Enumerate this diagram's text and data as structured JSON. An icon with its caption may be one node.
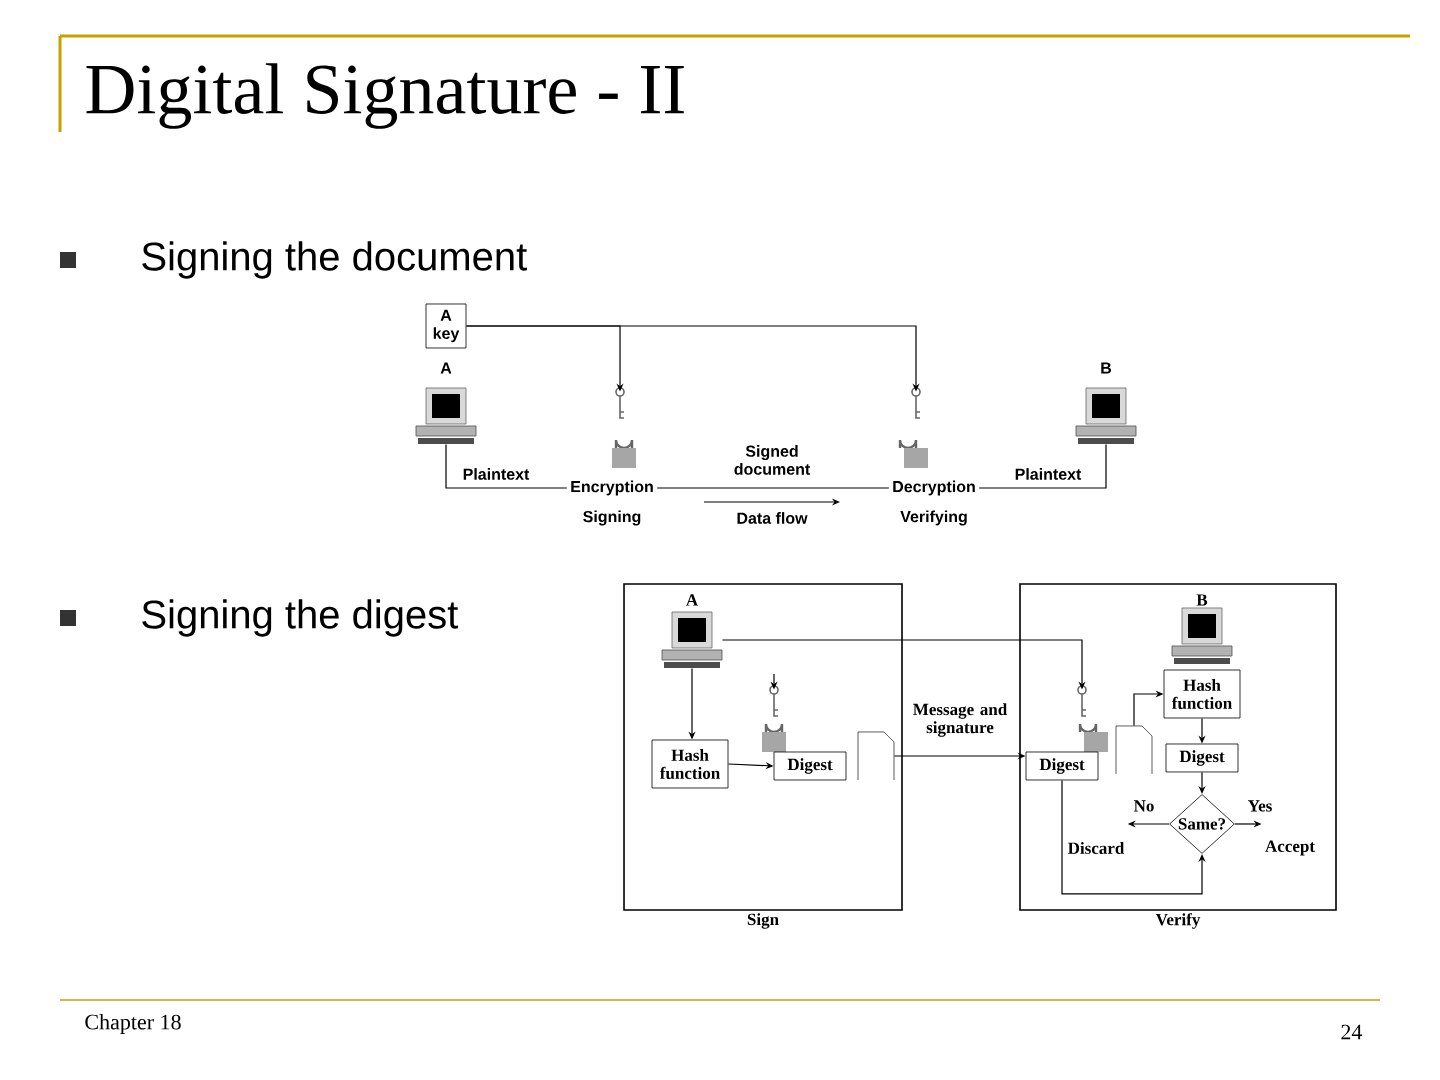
{
  "diagram": {
    "title": "Digital Signature - II",
    "nodes": [
      {
        "text": [
          "A key"
        ]
      },
      {
        "text": [],
        "shape": "computer",
        "beside": [
          "A"
        ]
      },
      {
        "text": [],
        "shape": "key"
      },
      {
        "text": [
          "Encryption"
        ],
        "beside": [
          "Signing"
        ]
      },
      {
        "text": [],
        "shape": "key"
      },
      {
        "text": [
          "Decryption"
        ],
        "beside": [
          "Verifying"
        ]
      },
      {
        "text": [],
        "shape": "computer",
        "beside": [
          "B"
        ]
      },
      {
        "text": [
          "Sign"
        ]
      },
      {
        "text": [],
        "shape": "computer",
        "beside": [
          "A"
        ],
        "in": 7
      },
      {
        "text": [
          "Hash function"
        ],
        "in": 7
      },
      {
        "text": [],
        "shape": "key",
        "in": 7
      },
      {
        "text": [
          "Digest"
        ],
        "in": 7
      },
      {
        "text": [],
        "shape": "document",
        "in": 7
      },
      {
        "text": [
          "Verify"
        ]
      },
      {
        "text": [],
        "shape": "key",
        "in": 13
      },
      {
        "text": [
          "Digest"
        ],
        "in": 13
      },
      {
        "text": [],
        "shape": "document",
        "in": 13
      },
      {
        "text": [],
        "shape": "computer",
        "beside": [
          "B"
        ],
        "in": 13
      },
      {
        "text": [
          "Hash function"
        ],
        "in": 13
      },
      {
        "text": [
          "Digest"
        ],
        "in": 13
      },
      {
        "text": [
          "Same?"
        ],
        "in": 13
      },
      {
        "text": [
          "Discard"
        ],
        "in": 13
      },
      {
        "text": [
          "Accept"
        ],
        "in": 13
      }
    ],
    "edges": [
      {
        "from": 1,
        "to": 3,
        "arrow": "none",
        "label": "Plaintext"
      },
      {
        "from": 3,
        "to": 5,
        "arrow": "none",
        "label": "Signed document"
      },
      {
        "from": 5,
        "to": 6,
        "arrow": "none",
        "label": "Plaintext"
      },
      {
        "from": 0,
        "to": 2,
        "arrow": "to"
      },
      {
        "from": 0,
        "to": 4,
        "arrow": "to"
      },
      {
        "from": 8,
        "to": 9,
        "arrow": "to"
      },
      {
        "from": 9,
        "to": 11,
        "arrow": "to"
      },
      {
        "from": null,
        "to": 10,
        "arrow": "to"
      },
      {
        "from": 12,
        "to": 15,
        "arrow": "to",
        "label": "Message and signature"
      },
      {
        "from": 8,
        "to": 14,
        "arrow": "to"
      },
      {
        "from": 16,
        "to": 18,
        "arrow": "to"
      },
      {
        "from": 18,
        "to": 19,
        "arrow": "to"
      },
      {
        "from": 19,
        "to": 20,
        "arrow": "to"
      },
      {
        "from": 15,
        "to": 20,
        "arrow": "to"
      },
      {
        "from": 20,
        "to": 21,
        "arrow": "to",
        "label": "No"
      },
      {
        "from": 20,
        "to": 22,
        "arrow": "to",
        "label": "Yes"
      }
    ],
    "labels": [
      "Signing the document",
      "Data flow",
      "Signing the digest",
      "Chapter 18",
      "24"
    ]
  }
}
